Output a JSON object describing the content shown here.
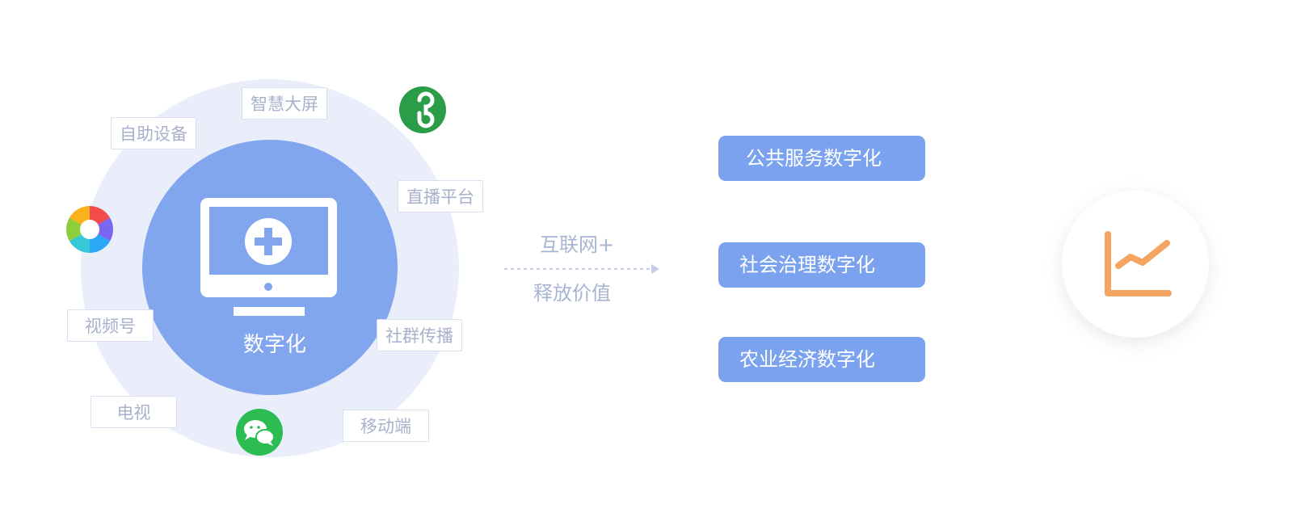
{
  "center": {
    "label": "数字化"
  },
  "channels": [
    {
      "label": "智慧大屏"
    },
    {
      "label": "自助设备"
    },
    {
      "label": "直播平台"
    },
    {
      "label": "视频号"
    },
    {
      "label": "社群传播"
    },
    {
      "label": "电视"
    },
    {
      "label": "移动端"
    }
  ],
  "apps": {
    "mini_program_icon": "mini-program-link-icon",
    "mini_program_color": "#2b9c47",
    "shutter_icon": "camera-shutter-icon",
    "wechat_icon": "wechat-chat-bubbles-icon",
    "wechat_color": "#2cbd52"
  },
  "middle": {
    "top_label": "互联网+",
    "bottom_label": "释放价值"
  },
  "outcomes": [
    {
      "label": "公共服务数字化"
    },
    {
      "label": "社会治理数字化"
    },
    {
      "label": "农业经济数字化"
    }
  ],
  "result": {
    "icon": "trend-chart-icon",
    "color": "#f6a462"
  },
  "colors": {
    "outer_ring": "#eaeefb",
    "inner_circle": "#82a6ee",
    "pill": "#7aa2ee",
    "tag_text": "#a8b1cc"
  }
}
